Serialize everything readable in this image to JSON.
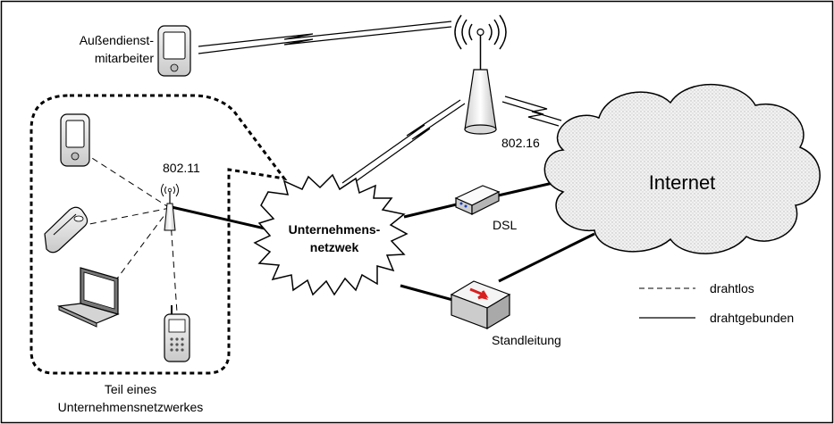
{
  "labels": {
    "field_worker_line1": "Außendienst-",
    "field_worker_line2": "mitarbeiter",
    "wimax": "802.16",
    "wifi": "802.11",
    "internet": "Internet",
    "corporate_line1": "Unternehmens-",
    "corporate_line2": "netzwek",
    "dsl": "DSL",
    "leased_line": "Standleitung",
    "part_line1": "Teil eines",
    "part_line2": "Unternehmensnetzwerkes"
  },
  "legend": {
    "wireless": "drahtlos",
    "wired": "drahtgebunden"
  },
  "colors": {
    "stroke": "#000000",
    "device_fill": "#e6e6e6",
    "device_dark": "#9a9a9a",
    "router_arrow": "#d81e1e",
    "cloud_fill": "#ececec"
  }
}
